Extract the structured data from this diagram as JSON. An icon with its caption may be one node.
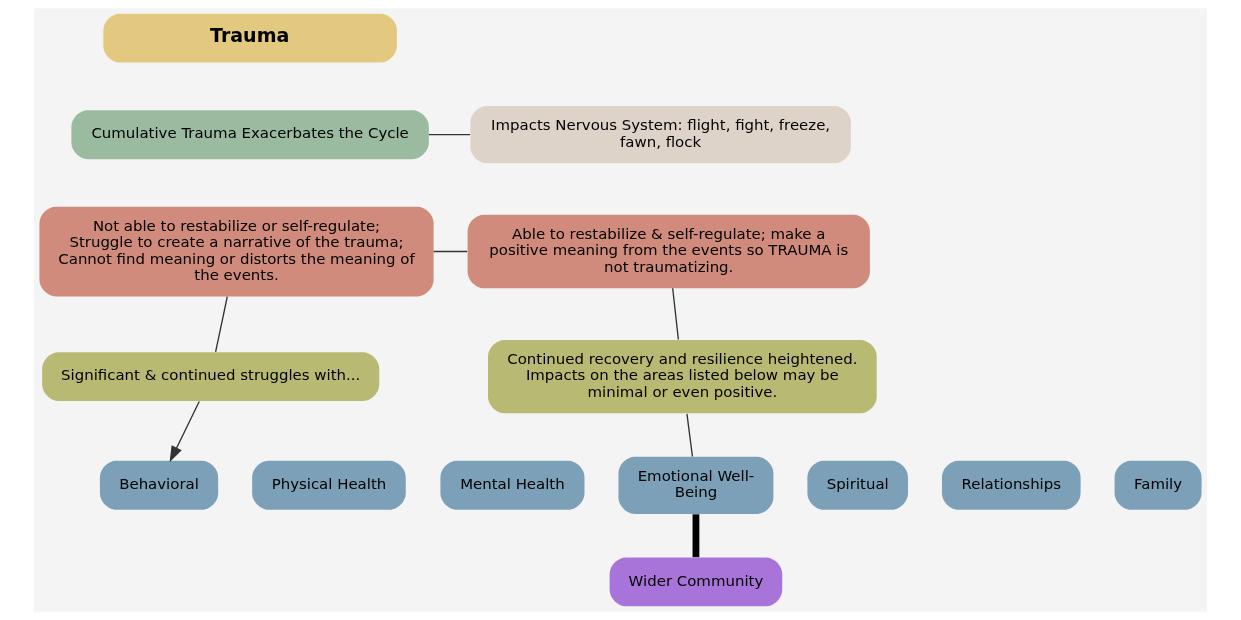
{
  "diagram": {
    "nodes": [
      {
        "text": [
          "Trauma"
        ]
      },
      {
        "text": [
          "Cumulative Trauma Exacerbates the Cycle"
        ]
      },
      {
        "text": [
          "Impacts Nervous System: flight, fight, freeze, fawn, flock"
        ]
      },
      {
        "text": [
          "Not able to restabilize or self-regulate; Struggle to create a narrative of the trauma; Cannot find meaning or distorts the meaning of the events."
        ]
      },
      {
        "text": [
          "Able to restabilize & self-regulate; make a positive meaning from the events so TRAUMA is not traumatizing."
        ]
      },
      {
        "text": [
          "Significant & continued struggles with..."
        ]
      },
      {
        "text": [
          "Continued recovery and resilience heightened. Impacts on the areas listed below may be minimal or even positive."
        ]
      },
      {
        "text": [
          "Behavioral"
        ]
      },
      {
        "text": [
          "Physical Health"
        ]
      },
      {
        "text": [
          "Mental Health"
        ]
      },
      {
        "text": [
          "Emotional Well-Being"
        ]
      },
      {
        "text": [
          "Spiritual"
        ]
      },
      {
        "text": [
          "Relationships"
        ]
      },
      {
        "text": [
          "Family"
        ]
      },
      {
        "text": [
          "Wider Community"
        ]
      }
    ],
    "edges": [
      {
        "from": 1,
        "to": 2,
        "arrow": "none"
      },
      {
        "from": 3,
        "to": 4,
        "arrow": "none"
      },
      {
        "from": 3,
        "to": 5,
        "arrow": "none"
      },
      {
        "from": 4,
        "to": 6,
        "arrow": "none"
      },
      {
        "from": 5,
        "to": 7,
        "arrow": "to"
      },
      {
        "from": 6,
        "to": 10,
        "arrow": "none"
      },
      {
        "from": 10,
        "to": 14,
        "arrow": "none",
        "style": "thick"
      }
    ]
  }
}
